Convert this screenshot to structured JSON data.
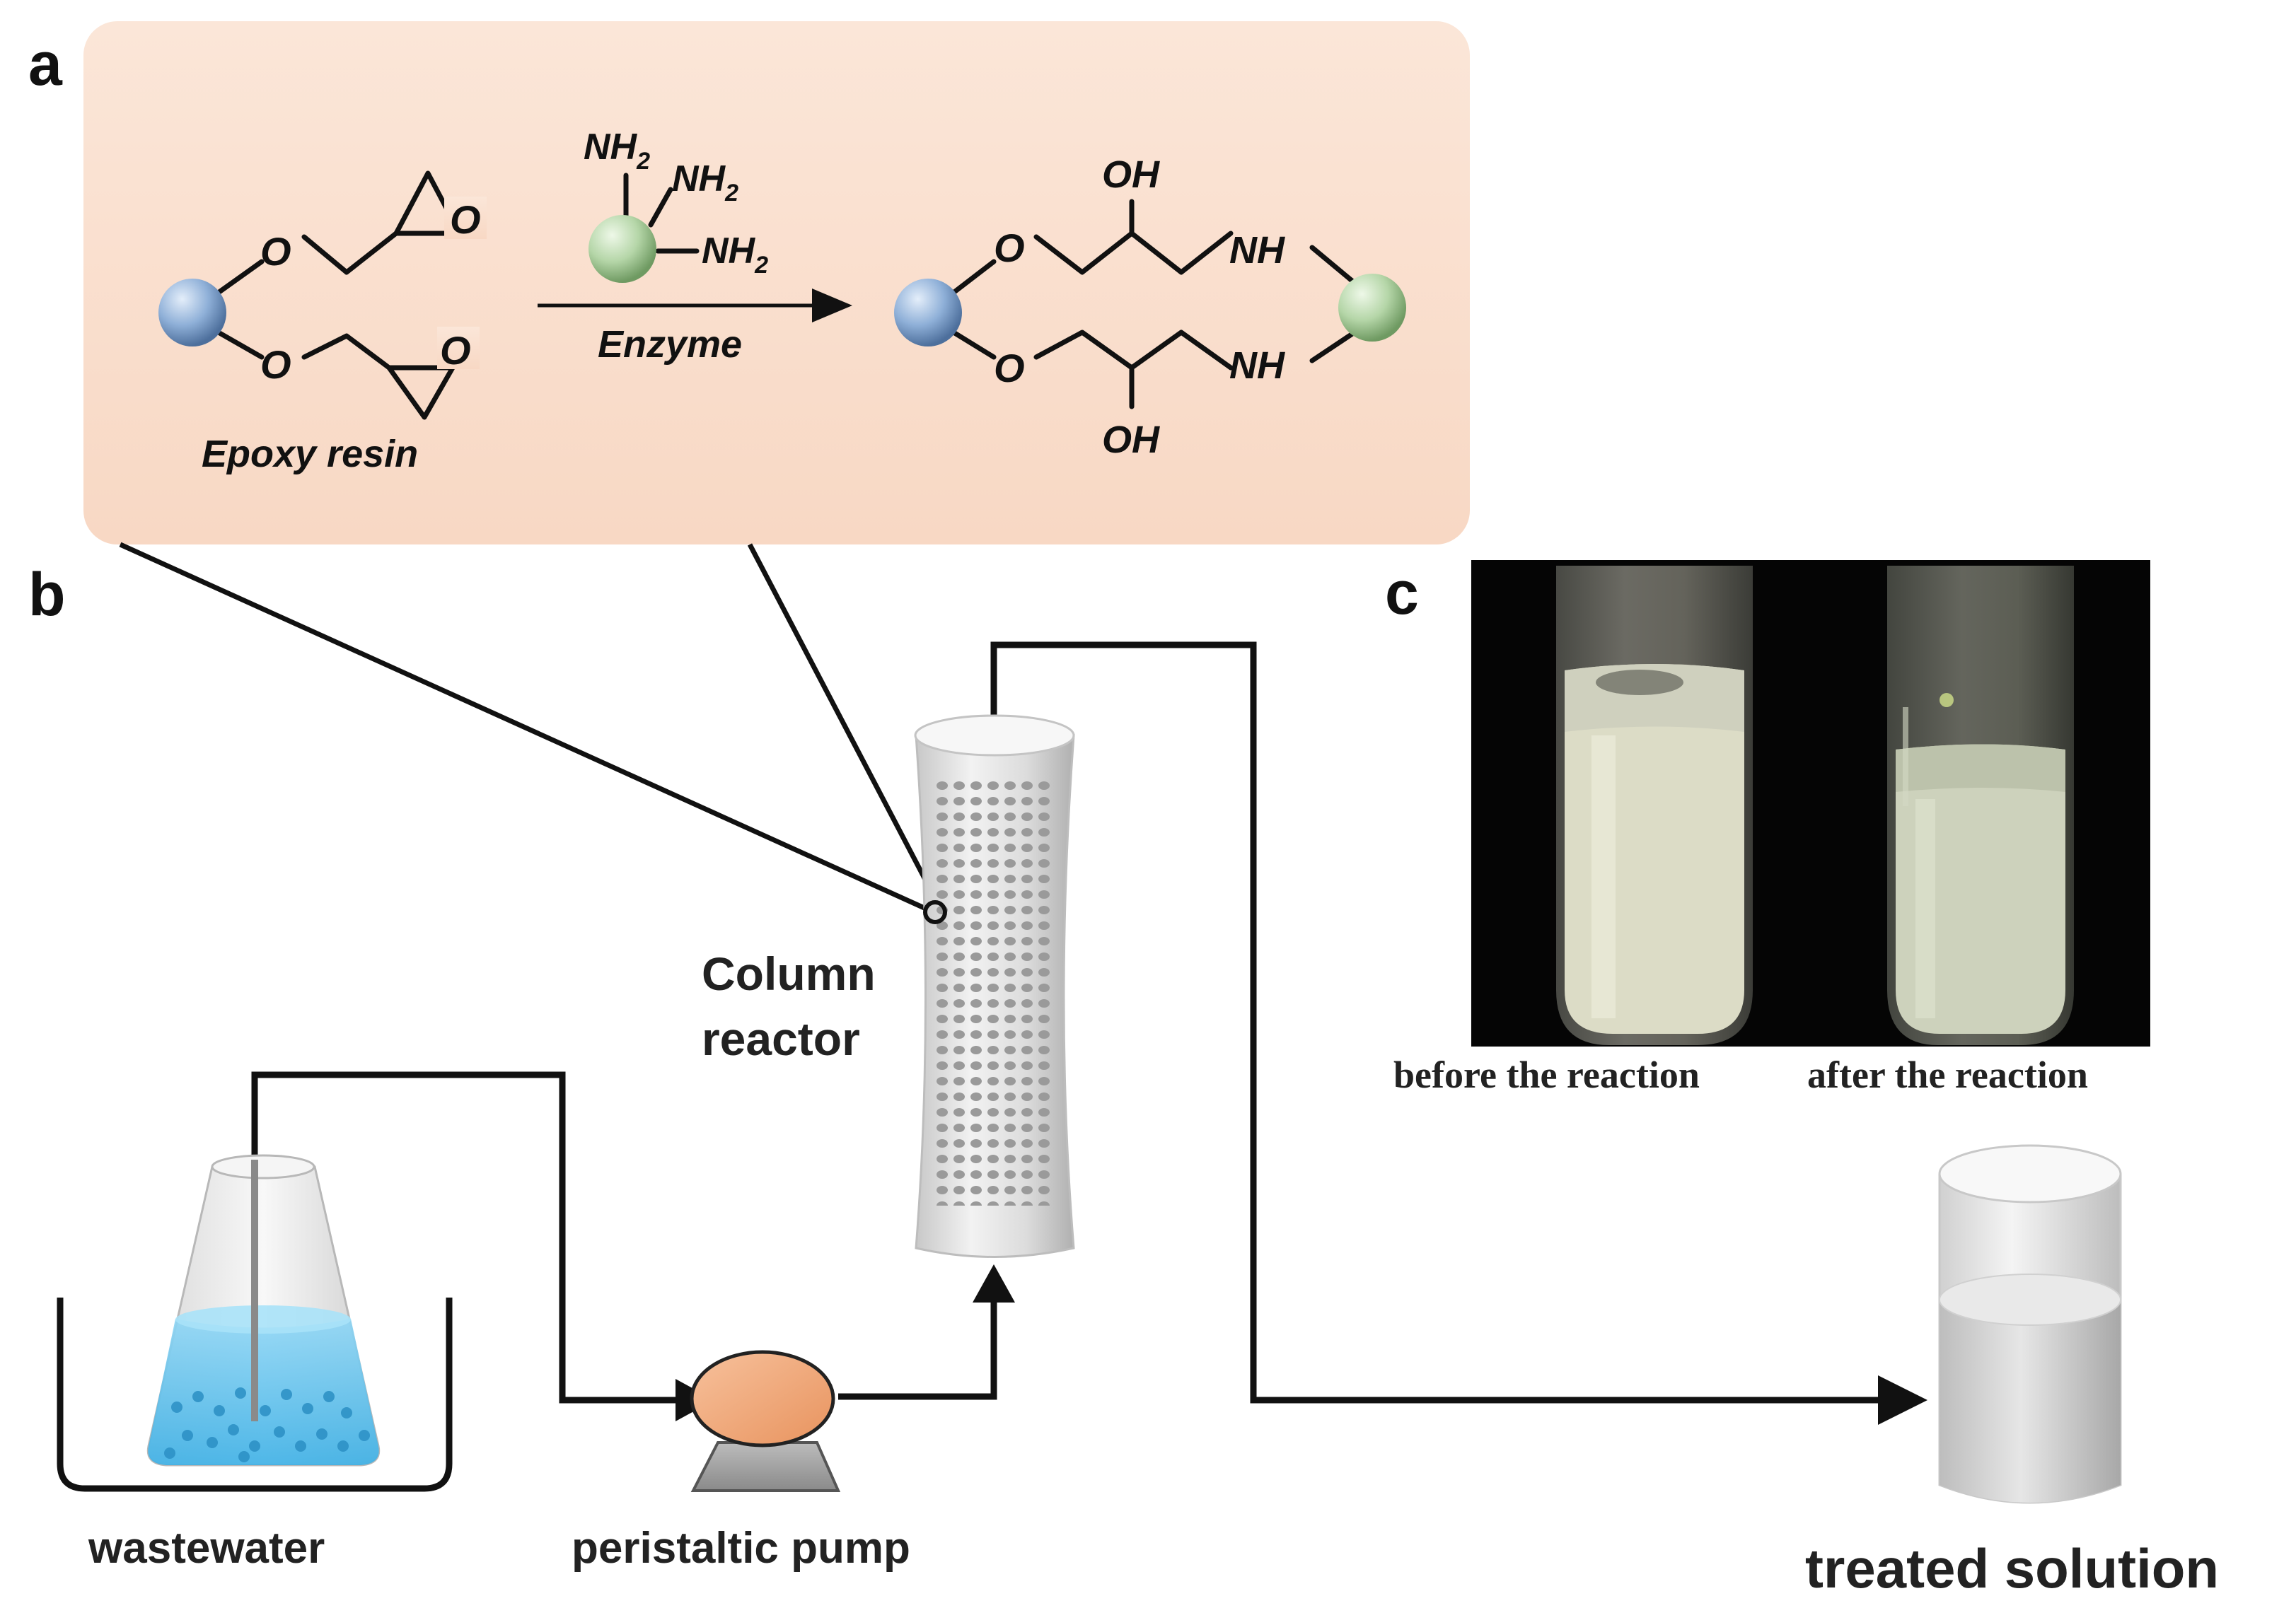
{
  "panels": {
    "a": "a",
    "b": "b",
    "c": "c"
  },
  "reaction": {
    "reactant_label": "Epoxy resin",
    "epoxide_oxygen": "O",
    "ether_oxygen": "O",
    "amine_group": "NH",
    "amine_subscript": "2",
    "catalyst_label": "Enzyme",
    "product_hydroxyl": "OH",
    "product_amine": "NH"
  },
  "process": {
    "reactor_label_line1": "Column",
    "reactor_label_line2": "reactor",
    "source_label": "wastewater",
    "pump_label": "peristaltic pump",
    "output_label": "treated solution"
  },
  "photo": {
    "left_caption": "before the reaction",
    "right_caption": "after the reaction"
  },
  "colors": {
    "panel_a_background": "#fbe3d4",
    "resin_sphere": "#8fb0d8",
    "amine_sphere": "#b5d6a8",
    "pump_body": "#f0a878",
    "water": "#5fc3ee",
    "photo_background": "#050505"
  }
}
